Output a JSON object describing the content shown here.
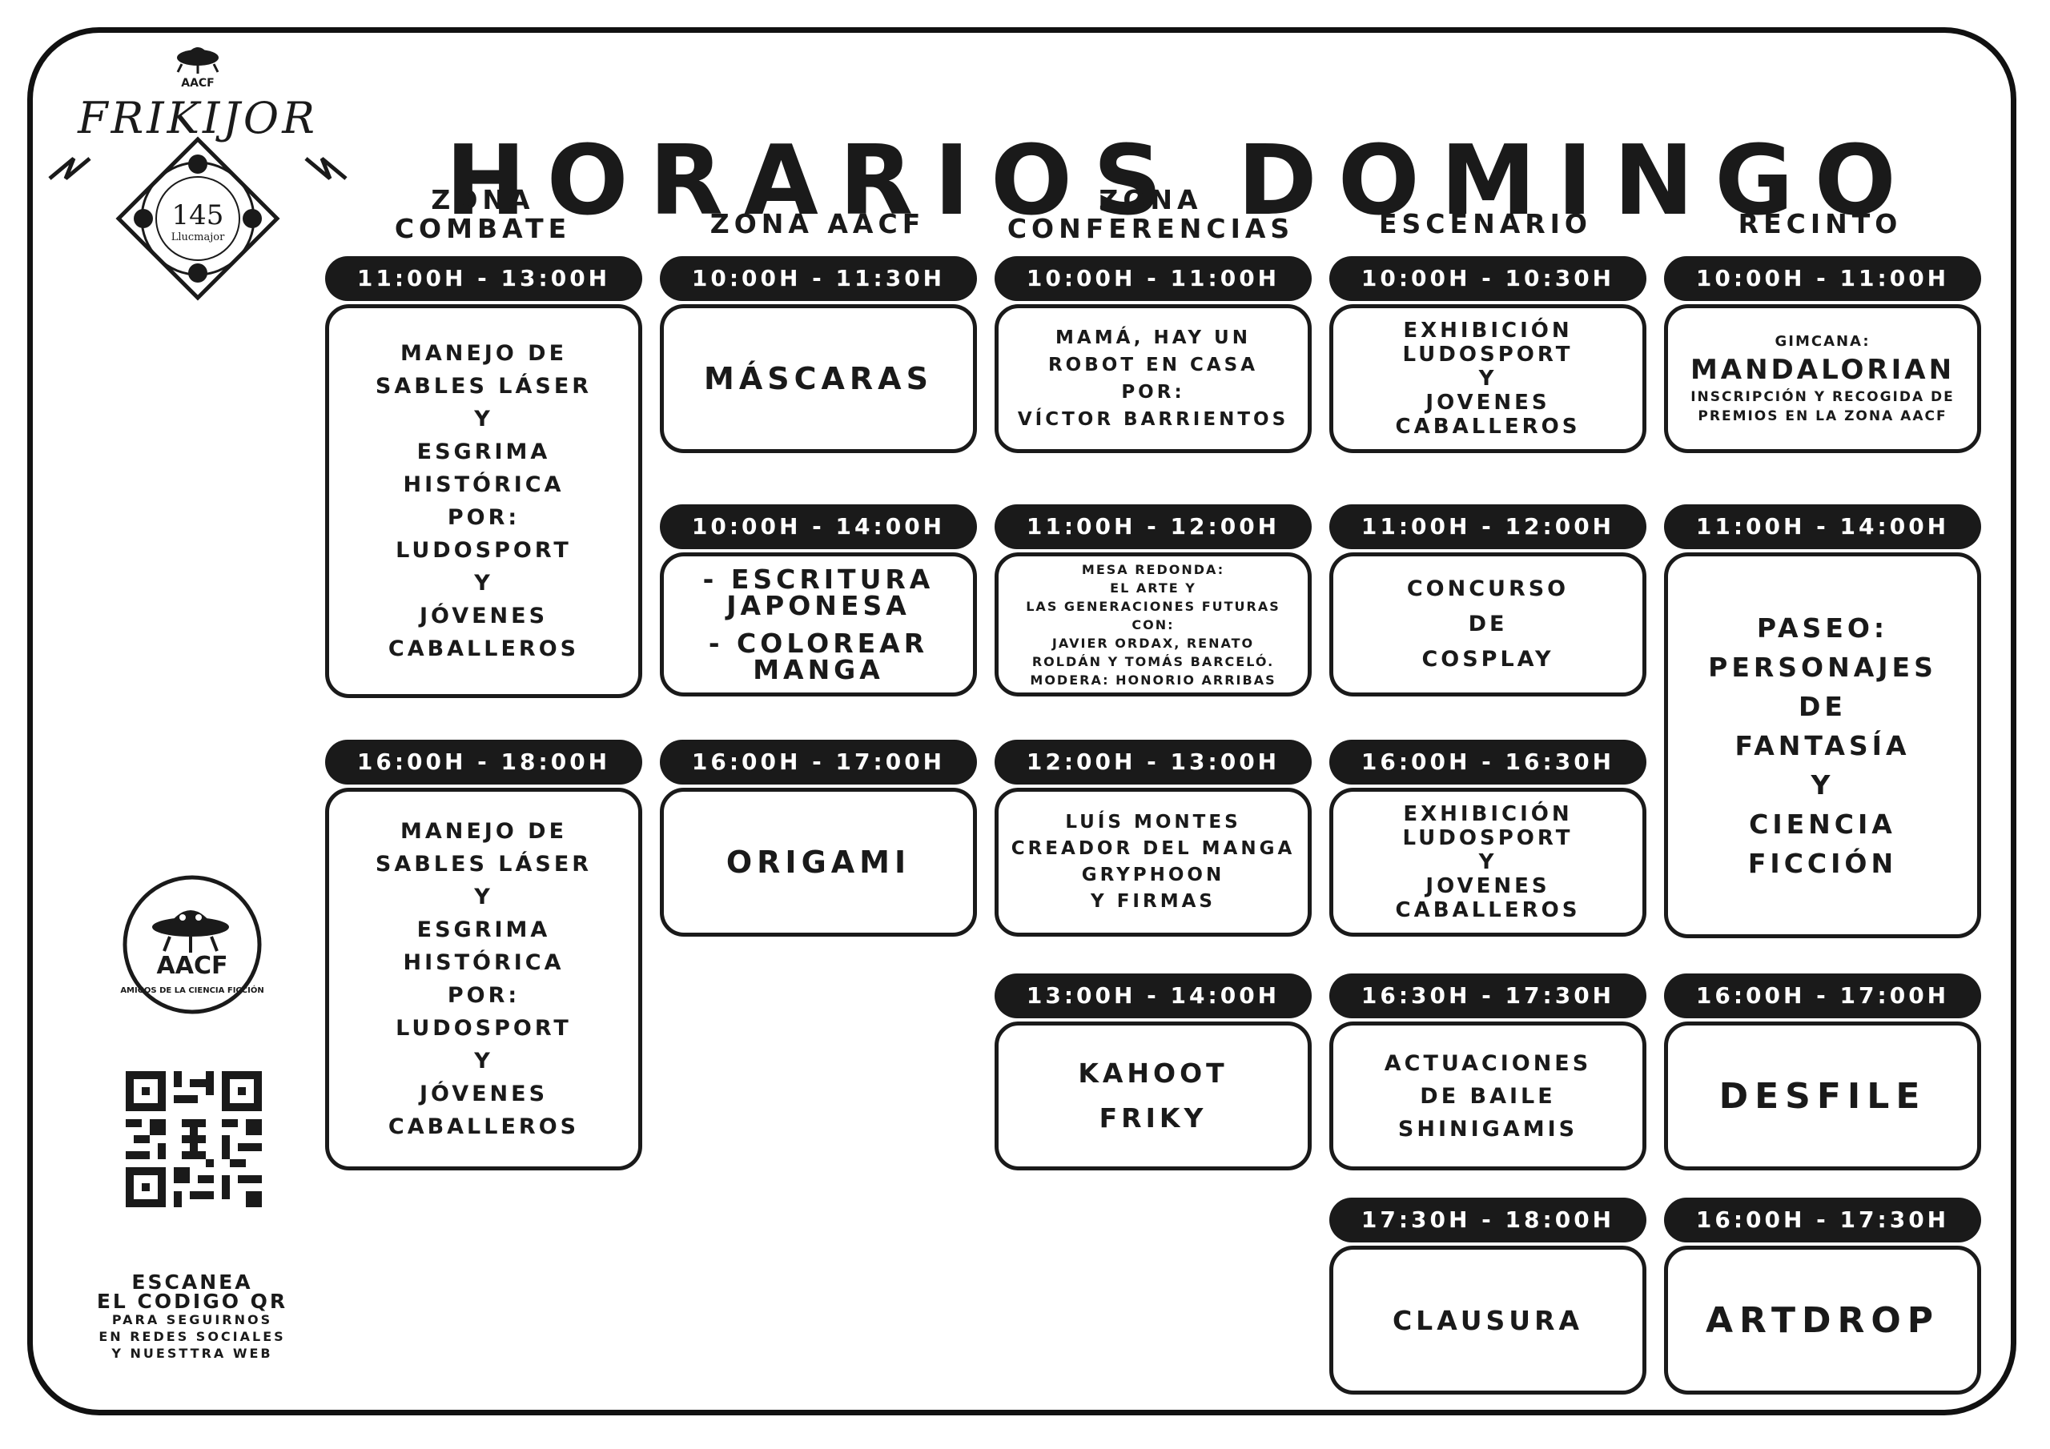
{
  "title": "HORARIOS DOMINGO",
  "logo": {
    "brand": "AACF",
    "name": "FRIKIJOR",
    "badge_number": "145",
    "badge_place": "Llucmajor"
  },
  "aacf_badge": {
    "brand": "AACF",
    "caption": "AMIGOS DE LA CIENCIA FICCIÓN"
  },
  "qr": {
    "icon": "qr-code-icon"
  },
  "scan": {
    "line1": "ESCANEA",
    "line2": "EL CODIGO QR",
    "line3": "PARA SEGUIRNOS",
    "line4": "EN REDES SOCIALES",
    "line5": "Y NUESTTRA  WEB"
  },
  "zones": {
    "combate": [
      "ZONA",
      "COMBATE"
    ],
    "aacf": [
      "ZONA AACF"
    ],
    "conferencias": [
      "ZONA",
      "CONFERENCIAS"
    ],
    "escenario": [
      "ESCENARIO"
    ],
    "recinto": [
      "RECINTO"
    ]
  },
  "events": {
    "c1": {
      "time": "11:00H - 13:00H",
      "lines": [
        "MANEJO DE",
        "SABLES LÁSER",
        "Y",
        "ESGRIMA",
        "HISTÓRICA",
        "POR:",
        "LUDOSPORT",
        "Y",
        "JÓVENES",
        "CABALLEROS"
      ]
    },
    "c2": {
      "time": "16:00H - 18:00H",
      "lines": [
        "MANEJO DE",
        "SABLES LÁSER",
        "Y",
        "ESGRIMA",
        "HISTÓRICA",
        "POR:",
        "LUDOSPORT",
        "Y",
        "JÓVENES",
        "CABALLEROS"
      ]
    },
    "a1": {
      "time": "10:00H - 11:30H",
      "lines": [
        "MÁSCARAS"
      ]
    },
    "a2": {
      "time": "10:00H - 14:00H",
      "lines": [
        "- ESCRITURA",
        "JAPONESA",
        "- COLOREAR",
        "MANGA"
      ]
    },
    "a3": {
      "time": "16:00H - 17:00H",
      "lines": [
        "ORIGAMI"
      ]
    },
    "f1": {
      "time": "10:00H - 11:00H",
      "lines": [
        "MAMÁ, HAY UN",
        "ROBOT EN CASA",
        "POR:",
        "VÍCTOR BARRIENTOS"
      ]
    },
    "f2": {
      "time": "11:00H - 12:00H",
      "lines": [
        "MESA REDONDA:",
        "EL ARTE Y",
        "LAS GENERACIONES FUTURAS",
        "CON:",
        "JAVIER ORDAX, RENATO",
        "ROLDÁN Y TOMÁS BARCELÓ.",
        "MODERA: HONORIO ARRIBAS"
      ]
    },
    "f3": {
      "time": "12:00H - 13:00H",
      "lines": [
        "LUÍS MONTES",
        "CREADOR DEL MANGA",
        "GRYPHOON",
        "Y FIRMAS"
      ]
    },
    "f4": {
      "time": "13:00H - 14:00H",
      "lines": [
        "KAHOOT",
        "FRIKY"
      ]
    },
    "e1": {
      "time": "10:00H - 10:30H",
      "lines": [
        "EXHIBICIÓN",
        "LUDOSPORT",
        "Y",
        "JOVENES",
        "CABALLEROS"
      ]
    },
    "e2": {
      "time": "11:00H - 12:00H",
      "lines": [
        "CONCURSO",
        "DE",
        "COSPLAY"
      ]
    },
    "e3": {
      "time": "16:00H - 16:30H",
      "lines": [
        "EXHIBICIÓN",
        "LUDOSPORT",
        "Y",
        "JOVENES",
        "CABALLEROS"
      ]
    },
    "e4": {
      "time": "16:30H - 17:30H",
      "lines": [
        "ACTUACIONES",
        "DE BAILE",
        "SHINIGAMIS"
      ]
    },
    "e5": {
      "time": "17:30H - 18:00H",
      "lines": [
        "CLAUSURA"
      ]
    },
    "r1": {
      "time": "10:00H - 11:00H",
      "lines": [
        "GIMCANA:",
        "MANDALORIAN",
        "INSCRIPCIÓN Y RECOGIDA DE",
        "PREMIOS EN LA ZONA AACF"
      ]
    },
    "r2": {
      "time": "11:00H - 14:00H",
      "lines": [
        "PASEO:",
        "PERSONAJES",
        "DE",
        "FANTASÍA",
        "Y",
        "CIENCIA",
        "FICCIÓN"
      ]
    },
    "r3": {
      "time": "16:00H - 17:00H",
      "lines": [
        "DESFILE"
      ]
    },
    "r4": {
      "time": "16:00H - 17:30H",
      "lines": [
        "ARTDROP"
      ]
    }
  }
}
